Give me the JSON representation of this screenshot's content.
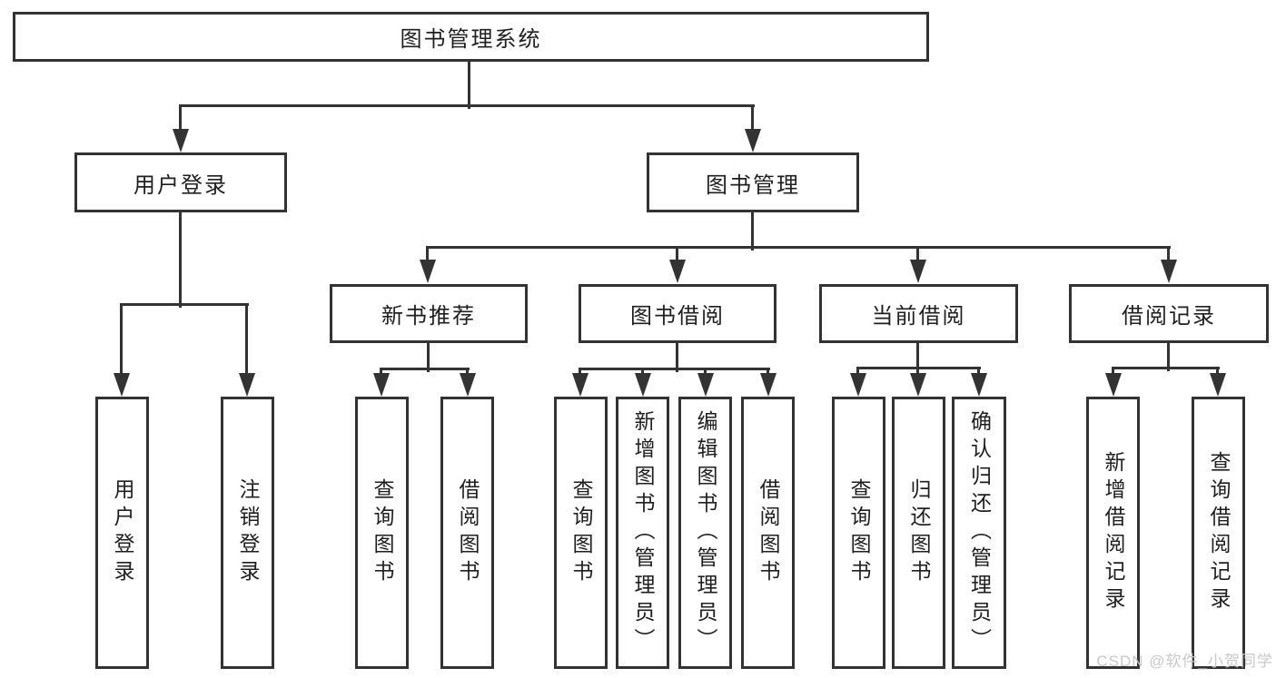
{
  "colors": {
    "line": "#333333",
    "text": "#1f1f1f",
    "background": "#ffffff",
    "watermark": "#c8c8c8"
  },
  "tree": {
    "root": "图书管理系统",
    "branches": [
      {
        "label": "用户登录",
        "children": [
          "用户登录",
          "注销登录"
        ]
      },
      {
        "label": "图书管理",
        "children": [
          {
            "label": "新书推荐",
            "children": [
              "查询图书",
              "借阅图书"
            ]
          },
          {
            "label": "图书借阅",
            "children": [
              "查询图书",
              "新增图书（管理员）",
              "编辑图书（管理员）",
              "借阅图书"
            ]
          },
          {
            "label": "当前借阅",
            "children": [
              "查询图书",
              "归还图书",
              "确认归还（管理员）"
            ]
          },
          {
            "label": "借阅记录",
            "children": [
              "新增借阅记录",
              "查询借阅记录"
            ]
          }
        ]
      }
    ]
  },
  "watermark": {
    "text": "CSDN @软件_小贺同学"
  }
}
